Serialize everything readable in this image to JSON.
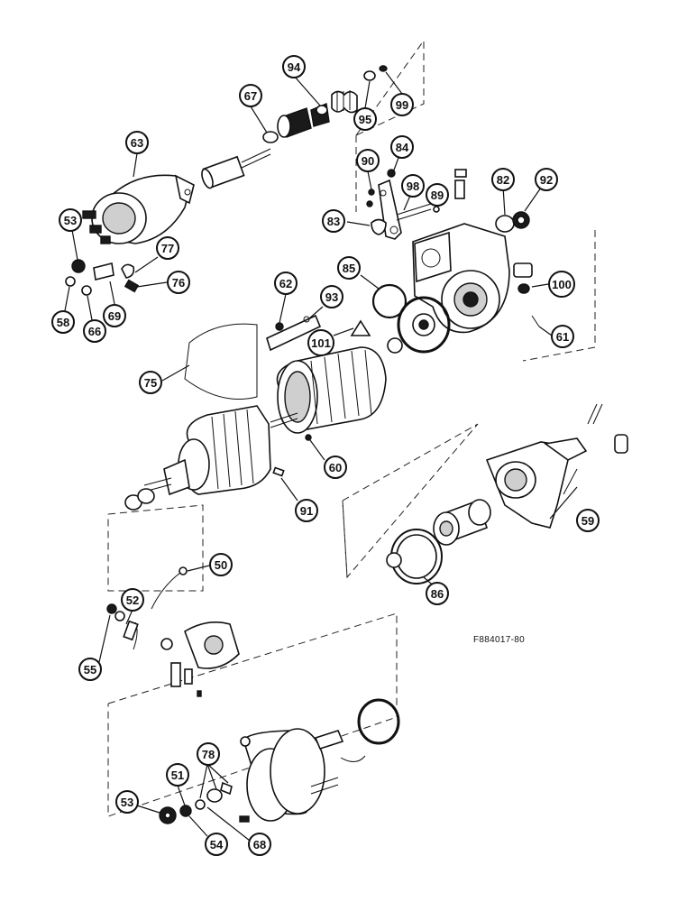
{
  "drawing": {
    "reference_code": "F884017-80",
    "callouts": [
      {
        "id": "c94",
        "label": "94"
      },
      {
        "id": "c67",
        "label": "67"
      },
      {
        "id": "c95",
        "label": "95"
      },
      {
        "id": "c99",
        "label": "99"
      },
      {
        "id": "c63",
        "label": "63"
      },
      {
        "id": "c84",
        "label": "84"
      },
      {
        "id": "c90",
        "label": "90"
      },
      {
        "id": "c98",
        "label": "98"
      },
      {
        "id": "c89",
        "label": "89"
      },
      {
        "id": "c82",
        "label": "82"
      },
      {
        "id": "c92",
        "label": "92"
      },
      {
        "id": "c83",
        "label": "83"
      },
      {
        "id": "c53a",
        "label": "53"
      },
      {
        "id": "c77",
        "label": "77"
      },
      {
        "id": "c76",
        "label": "76"
      },
      {
        "id": "c85",
        "label": "85"
      },
      {
        "id": "c62",
        "label": "62"
      },
      {
        "id": "c93",
        "label": "93"
      },
      {
        "id": "c100",
        "label": "100"
      },
      {
        "id": "c58",
        "label": "58"
      },
      {
        "id": "c66",
        "label": "66"
      },
      {
        "id": "c69",
        "label": "69"
      },
      {
        "id": "c101",
        "label": "101"
      },
      {
        "id": "c61",
        "label": "61"
      },
      {
        "id": "c75",
        "label": "75"
      },
      {
        "id": "c60",
        "label": "60"
      },
      {
        "id": "c91",
        "label": "91"
      },
      {
        "id": "c59",
        "label": "59"
      },
      {
        "id": "c50",
        "label": "50"
      },
      {
        "id": "c86",
        "label": "86"
      },
      {
        "id": "c52",
        "label": "52"
      },
      {
        "id": "c55",
        "label": "55"
      },
      {
        "id": "c78",
        "label": "78"
      },
      {
        "id": "c51",
        "label": "51"
      },
      {
        "id": "c53b",
        "label": "53"
      },
      {
        "id": "c54",
        "label": "54"
      },
      {
        "id": "c68",
        "label": "68"
      }
    ]
  }
}
